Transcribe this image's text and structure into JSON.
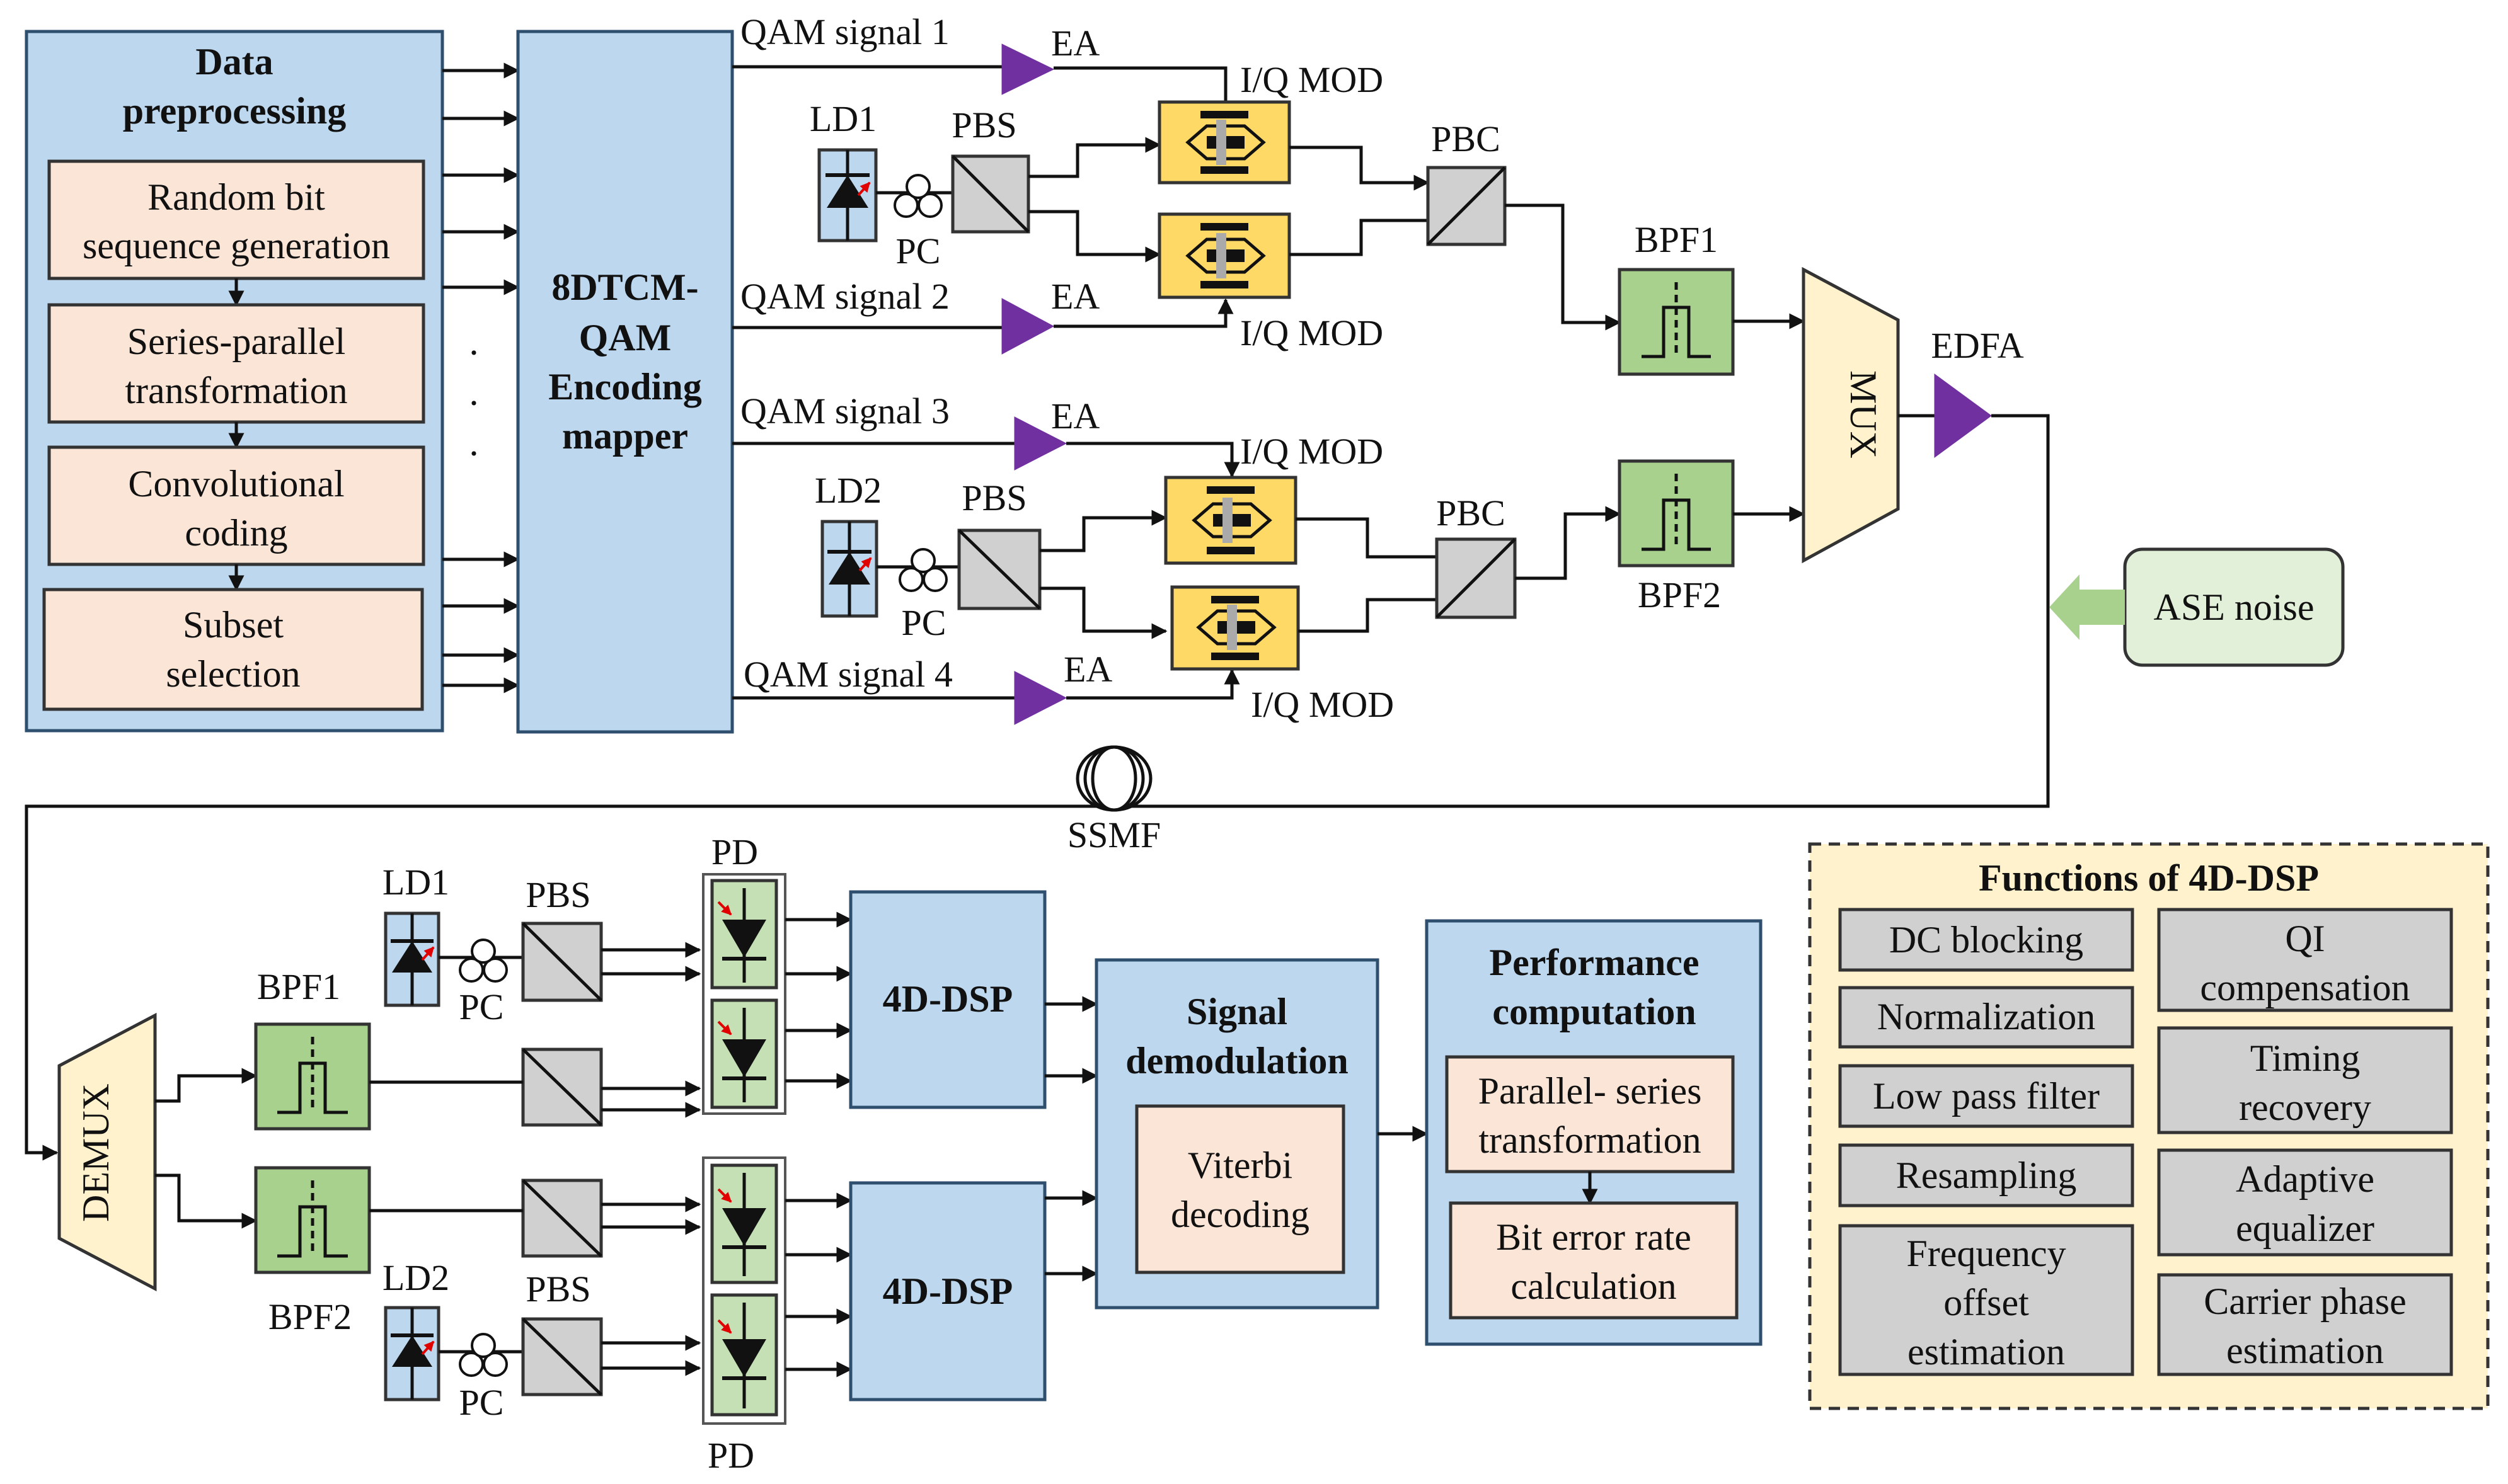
{
  "data_pre": {
    "title_line1": "Data",
    "title_line2": "preprocessing",
    "step1_line1": "Random bit",
    "step1_line2": "sequence generation",
    "step2_line1": "Series-parallel",
    "step2_line2": "transformation",
    "step3_line1": "Convolutional",
    "step3_line2": "coding",
    "step4_line1": "Subset",
    "step4_line2": "selection",
    "dots": "·"
  },
  "mapper": {
    "line1": "8DTCM-",
    "line2": "QAM",
    "line3": "Encoding",
    "line4": "mapper"
  },
  "tx": {
    "qam1": "QAM signal 1",
    "qam2": "QAM signal 2",
    "qam3": "QAM signal 3",
    "qam4": "QAM signal 4",
    "ea": "EA",
    "iq_mod": "I/Q MOD",
    "ld1": "LD1",
    "ld2": "LD2",
    "pbs": "PBS",
    "pbc": "PBC",
    "pc": "PC",
    "bpf1": "BPF1",
    "bpf2": "BPF2",
    "mux": "MUX",
    "edfa": "EDFA",
    "ase_noise": "ASE noise",
    "ssmf": "SSMF"
  },
  "rx": {
    "demux": "DEMUX",
    "bpf1": "BPF1",
    "bpf2": "BPF2",
    "ld1": "LD1",
    "ld2": "LD2",
    "pbs": "PBS",
    "pc": "PC",
    "pd": "PD",
    "dsp": "4D-DSP",
    "sig_demod_line1": "Signal",
    "sig_demod_line2": "demodulation",
    "viterbi_line1": "Viterbi",
    "viterbi_line2": "decoding",
    "perf_line1": "Performance",
    "perf_line2": "computation",
    "ps_line1": "Parallel- series",
    "ps_line2": "transformation",
    "ber_line1": "Bit error rate",
    "ber_line2": "calculation"
  },
  "dsp_functions": {
    "title": "Functions of 4D-DSP",
    "dc_blocking": "DC blocking",
    "normalization": "Normalization",
    "low_pass": "Low pass filter",
    "resampling": "Resampling",
    "freq_line1": "Frequency",
    "freq_line2": "offset",
    "freq_line3": "estimation",
    "qi_line1": "QI",
    "qi_line2": "compensation",
    "timing_line1": "Timing",
    "timing_line2": "recovery",
    "adaptive_line1": "Adaptive",
    "adaptive_line2": "equalizer",
    "carrier_line1": "Carrier phase",
    "carrier_line2": "estimation"
  },
  "colors": {
    "blue_box": "#bdd7ee",
    "peach_box": "#fbe5d6",
    "green_filter": "#a9d18e",
    "amplifier": "#7030a0",
    "iq_modulator": "#ffd966",
    "dsp_panel": "#fff2cc"
  }
}
